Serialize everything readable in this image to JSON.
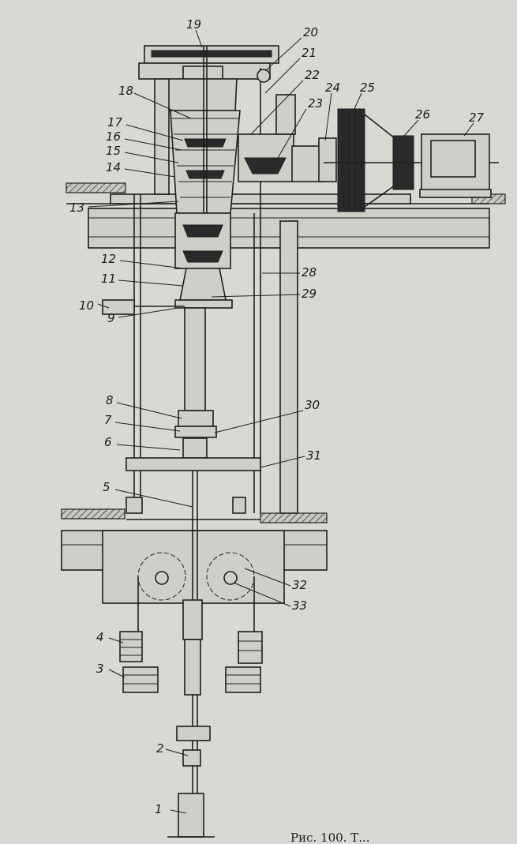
{
  "figure": {
    "caption": "Рис. 100. Т...",
    "callouts": [
      {
        "id": "c1",
        "text": "1"
      },
      {
        "id": "c2",
        "text": "2"
      },
      {
        "id": "c3",
        "text": "3"
      },
      {
        "id": "c4",
        "text": "4"
      },
      {
        "id": "c5",
        "text": "5"
      },
      {
        "id": "c6",
        "text": "6"
      },
      {
        "id": "c7",
        "text": "7"
      },
      {
        "id": "c8",
        "text": "8"
      },
      {
        "id": "c9",
        "text": "9"
      },
      {
        "id": "c10",
        "text": "10"
      },
      {
        "id": "c11",
        "text": "11"
      },
      {
        "id": "c12",
        "text": "12"
      },
      {
        "id": "c13",
        "text": "13"
      },
      {
        "id": "c14",
        "text": "14"
      },
      {
        "id": "c15",
        "text": "15"
      },
      {
        "id": "c16",
        "text": "16"
      },
      {
        "id": "c17",
        "text": "17"
      },
      {
        "id": "c18",
        "text": "18"
      },
      {
        "id": "c19",
        "text": "19"
      },
      {
        "id": "c20",
        "text": "20"
      },
      {
        "id": "c21",
        "text": "21"
      },
      {
        "id": "c22",
        "text": "22"
      },
      {
        "id": "c23",
        "text": "23"
      },
      {
        "id": "c24",
        "text": "24"
      },
      {
        "id": "c25",
        "text": "25"
      },
      {
        "id": "c26",
        "text": "26"
      },
      {
        "id": "c27",
        "text": "27"
      },
      {
        "id": "c28",
        "text": "28"
      },
      {
        "id": "c29",
        "text": "29"
      },
      {
        "id": "c30",
        "text": "30"
      },
      {
        "id": "c31",
        "text": "31"
      },
      {
        "id": "c32",
        "text": "32"
      },
      {
        "id": "c33",
        "text": "33"
      }
    ]
  }
}
